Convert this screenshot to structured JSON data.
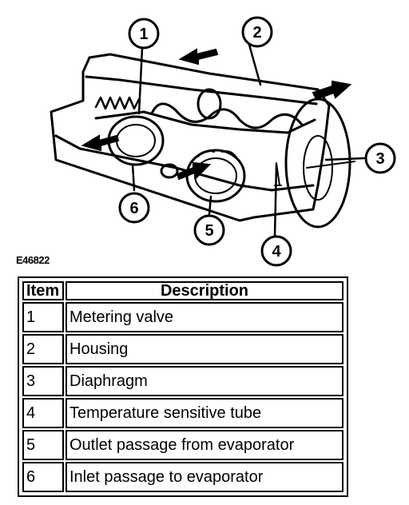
{
  "figure": {
    "code": "E46822",
    "callouts": [
      "1",
      "2",
      "3",
      "4",
      "5",
      "6"
    ]
  },
  "legend": {
    "headers": {
      "item": "Item",
      "description": "Description"
    },
    "rows": [
      {
        "item": "1",
        "description": "Metering valve"
      },
      {
        "item": "2",
        "description": "Housing"
      },
      {
        "item": "3",
        "description": "Diaphragm"
      },
      {
        "item": "4",
        "description": "Temperature sensitive tube"
      },
      {
        "item": "5",
        "description": "Outlet passage from evaporator"
      },
      {
        "item": "6",
        "description": "Inlet passage to evaporator"
      }
    ]
  }
}
